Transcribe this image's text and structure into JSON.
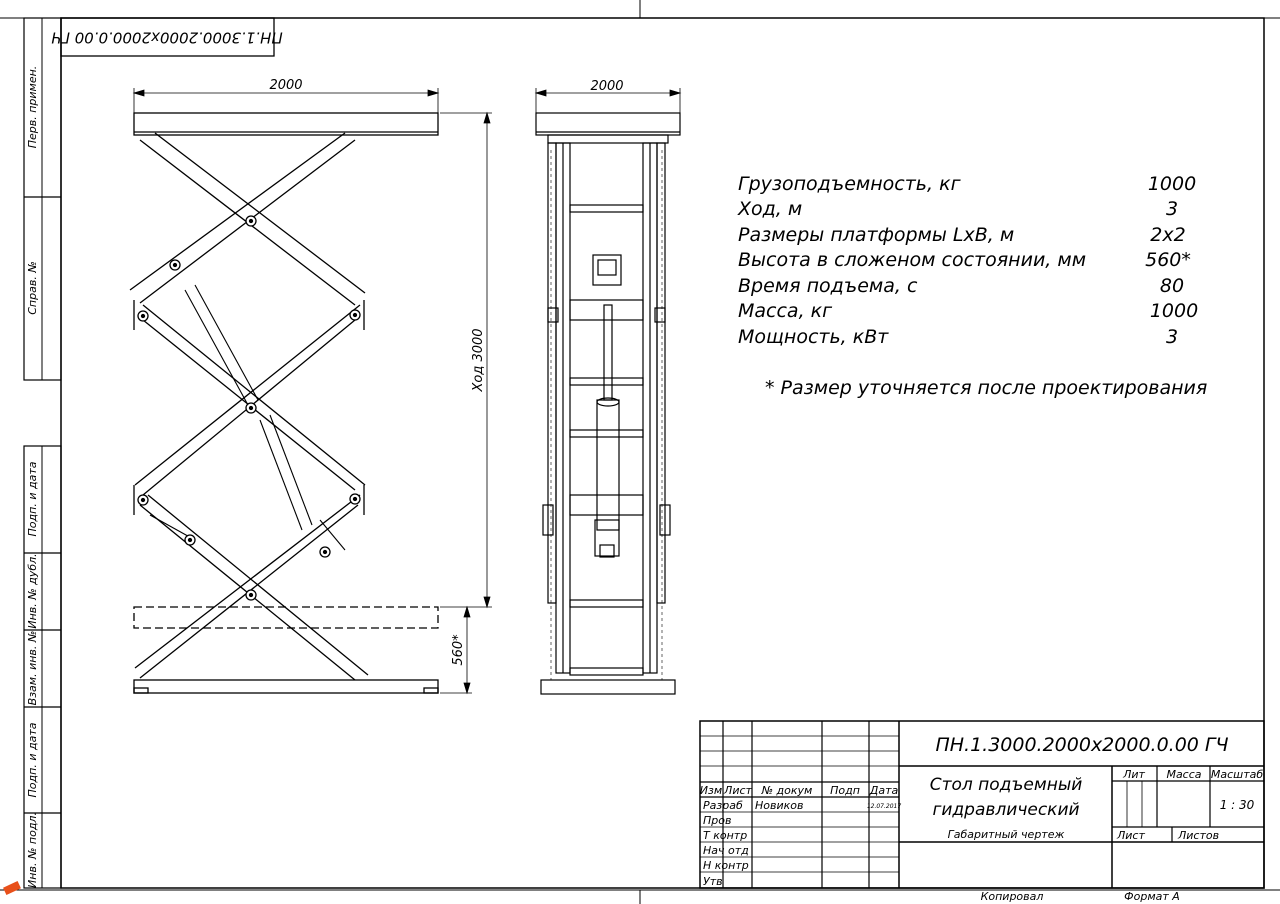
{
  "designation_mirrored": "ПН.1.3000.2000х2000.0.00 ГЧ",
  "side_strip": {
    "perv_primen": "Перв. примен.",
    "sprav_no": "Справ. №",
    "podp_data_1": "Подп. и дата",
    "inv_dubl": "Инв. № дубл.",
    "vzam_inv": "Взам. инв. №",
    "podp_data_2": "Подп. и дата",
    "inv_podl": "Инв. № подл."
  },
  "dimensions": {
    "width_front": "2000",
    "width_side": "2000",
    "stroke": "Ход 3000",
    "folded": "560*"
  },
  "specs": [
    {
      "label": "Грузоподъемность, кг",
      "value": "1000"
    },
    {
      "label": "Ход, м",
      "value": "3"
    },
    {
      "label": "Размеры платформы LxB, м",
      "value": "2х2"
    },
    {
      "label": "Высота в сложеном состоянии, мм",
      "value": "560*"
    },
    {
      "label": "Время подъема, с",
      "value": "80"
    },
    {
      "label": "Масса, кг",
      "value": "1000"
    },
    {
      "label": "Мощность, кВт",
      "value": "3"
    }
  ],
  "note": "* Размер уточняется после проектирования",
  "title_block": {
    "designation": "ПН.1.3000.2000х2000.0.00 ГЧ",
    "name_line1": "Стол подъемный",
    "name_line2": "гидравлический",
    "doc_type": "Габаритный чертеж",
    "col_izm": "Изм",
    "col_list": "Лист",
    "col_ndokum": "№ докум",
    "col_podp": "Подп",
    "col_data": "Дата",
    "row_razrab": "Разраб",
    "razrab_name": "Новиков",
    "razrab_date": "12.07.2017",
    "row_prov": "Пров",
    "row_tkontr": "Т контр",
    "row_nachotd": "Нач отд",
    "row_nkontr": "Н контр",
    "row_utv": "Утв",
    "lit": "Лит",
    "massa": "Масса",
    "masshtab": "Масштаб",
    "scale": "1 : 30",
    "list": "Лист",
    "listov": "Листов",
    "kopiroval": "Копировал",
    "format": "Формат А"
  }
}
